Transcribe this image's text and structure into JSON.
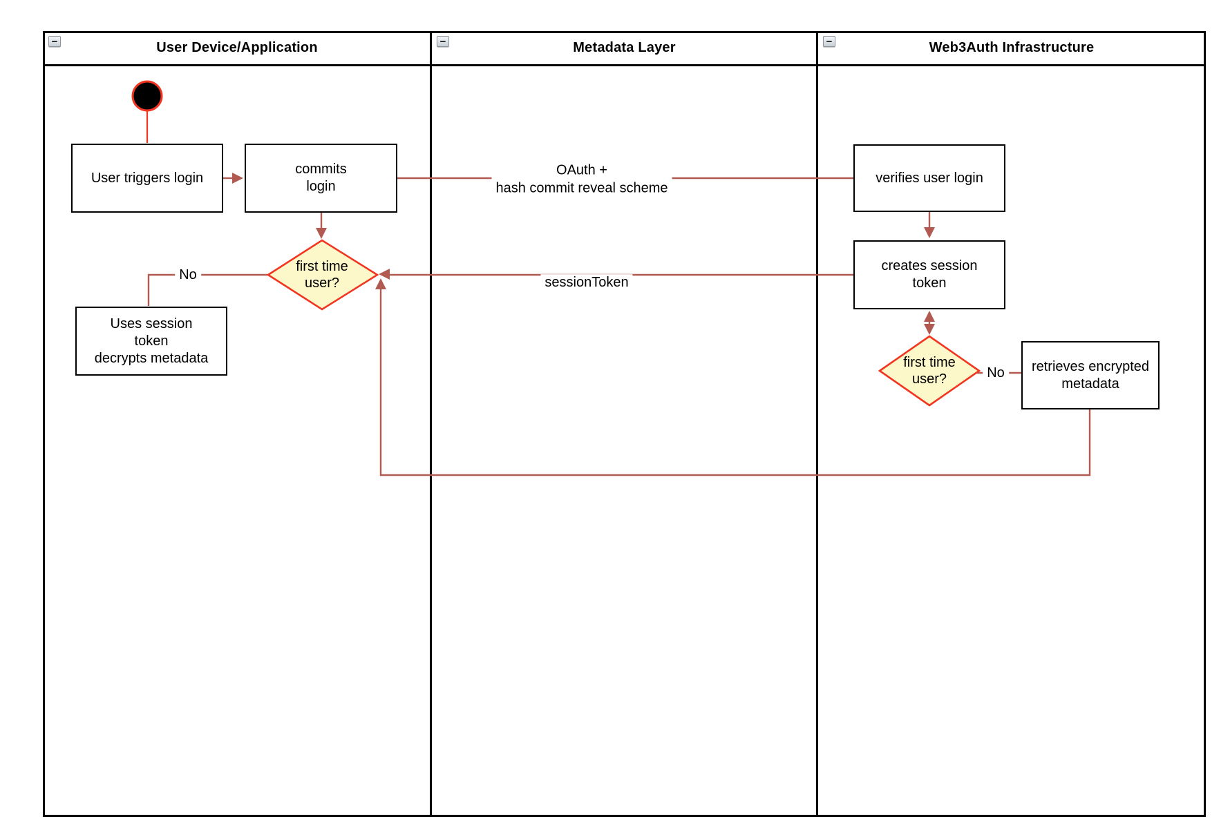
{
  "theme": {
    "edge_color": "#B05A52",
    "bright_red": "#F23520",
    "diamond_fill": "#FCF8C9",
    "frame_color": "#000000",
    "node_bg": "#FFFFFF",
    "start_fill": "#000000"
  },
  "lanes": [
    {
      "title": "User Device/Application",
      "collapse_label": "−"
    },
    {
      "title": "Metadata Layer",
      "collapse_label": "−"
    },
    {
      "title": "Web3Auth Infrastructure",
      "collapse_label": "−"
    }
  ],
  "nodes": {
    "user_triggers_login": {
      "label": "User triggers login"
    },
    "commits_login": {
      "label": "commits\nlogin"
    },
    "first_time_user_device": {
      "label": "first time\nuser?"
    },
    "uses_session_token": {
      "label": "Uses session\ntoken\ndecrypts metadata"
    },
    "verifies_user_login": {
      "label": "verifies user login"
    },
    "creates_session_token": {
      "label": "creates session\ntoken"
    },
    "first_time_user_infra": {
      "label": "first time\nuser?"
    },
    "retrieves_encrypted_metadata": {
      "label": "retrieves encrypted\nmetadata"
    }
  },
  "edge_labels": {
    "oauth": "OAuth +\nhash commit reveal scheme",
    "session_token": "sessionToken",
    "no_device": "No",
    "no_infra": "No"
  }
}
